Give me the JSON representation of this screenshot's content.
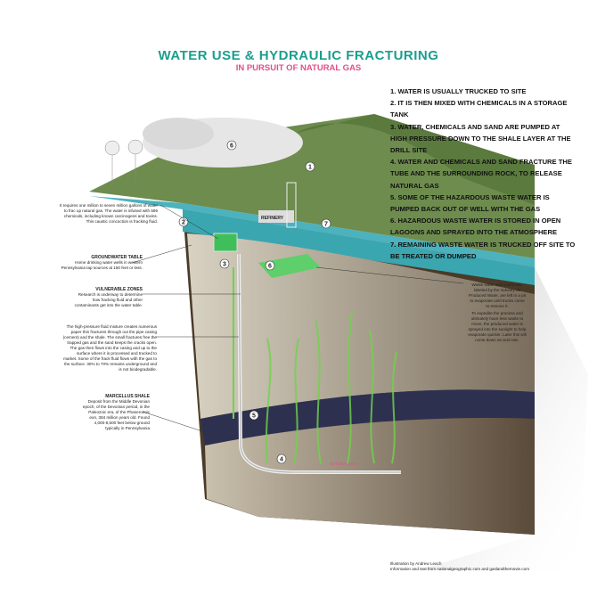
{
  "title": "WATER USE & HYDRAULIC FRACTURING",
  "subtitle": "IN PURSUIT OF NATURAL GAS",
  "steps": [
    "1. WATER IS USUALLY TRUCKED TO SITE",
    "2. IT IS THEN MIXED WITH CHEMICALS IN A STORAGE TANK",
    "3. WATER, CHEMICALS AND SAND ARE PUMPED AT HIGH PRESSURE DOWN TO THE SHALE LAYER AT THE DRILL SITE",
    "4. WATER AND CHEMICALS AND SAND FRACTURE THE TUBE AND THE SURROUNDING ROCK, TO RELEASE NATURAL GAS",
    "5. SOME OF THE HAZARDOUS WASTE WATER IS PUMPED BACK OUT OF WELL WITH THE GAS",
    "6. HAZARDOUS WASTE WATER IS STORED IN OPEN LAGOONS AND SPRAYED INTO THE ATMOSPHERE",
    "7. REMAINING WASTE WATER IS TRUCKED OFF SITE TO BE TREATED OR DUMPED"
  ],
  "notes": {
    "water_use": "It requires one million to seven million gallons of water to frac up natural gas. The water is infused with 596 chemicals, including known carcinogens and toxins. This caustic concoction is fracking fluid.",
    "groundwater_title": "GROUNDWATER TABLE",
    "groundwater": "Home drinking water wells in western Pennsylvania tap sources at 150 feet or less.",
    "vulnerable_title": "VULNERABLE ZONES",
    "vulnerable": "Research is underway to determine how fracking fluid and other contaminants get into the water table.",
    "pressure": "The high-pressure fluid mixture creates numerous paper thin fractures through out the pipe casing (cement) and the shale. The small fractures free the trapped gas and the sand keeps the cracks open. The gas then flows into the casing and up to the surface where it is processed and trucked to market. Some of the frack fluid flows with the gas to the surface. 30% to 70% remains underground and is not biodegradable.",
    "marcellus_title": "MARCELLUS SHALE",
    "marcellus": "Deposit from the Middle Devonian epoch, of the Devonian period, in the Paleozoic era, of the Phanerozoic eon, 384 million years old. Found 4,000-8,500 feet below ground typically in Pennsylvania",
    "waste": "Waste water and chemicals, labeled by the industry as Produced Water, are left in a pit to evaporate until trucks come to remove it.",
    "expedite": "To expedite the process and ultimately have less waste to move, the produced water is sprayed into the sunlight to help evaporate quicker. Later this will come down as acid rain."
  },
  "labels": {
    "refinery": "REFINERY",
    "natural_gas": "NATURAL GAS",
    "markers": [
      "1",
      "2",
      "3",
      "4",
      "5",
      "6",
      "7"
    ]
  },
  "credits": [
    "Illustration by Andrew Leach",
    "Information and text from nationalgeographic.com and gaslandthemovie.com"
  ],
  "colors": {
    "title": "#1a9e8f",
    "subtitle": "#e0508a",
    "groundwater": "#3aa6b0",
    "shale": "#2e3050",
    "fluid": "#6fd44a"
  }
}
